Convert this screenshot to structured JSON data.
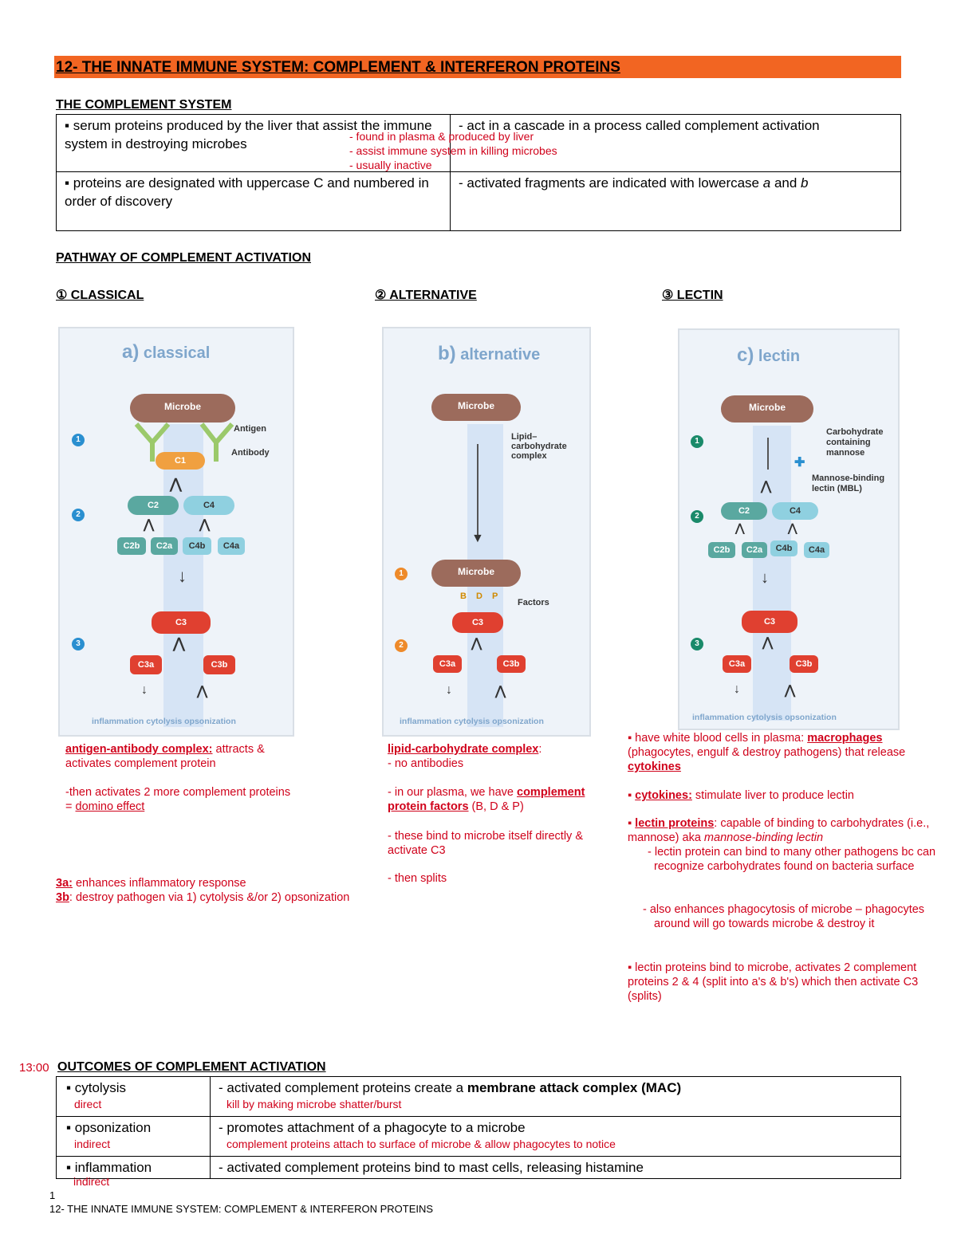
{
  "header": {
    "title": "12- THE INNATE IMMUNE SYSTEM: COMPLEMENT & INTERFERON PROTEINS "
  },
  "complement_system": {
    "heading": "THE COMPLEMENT SYSTEM",
    "r1c1": "▪ serum proteins produced by the liver that assist the immune system in destroying microbes",
    "r1c2": "- act in a cascade in a process called complement activation",
    "notes": [
      "- found in plasma & produced by liver",
      "- assist immune system in killing microbes",
      "- usually inactive"
    ],
    "r2c1": "▪ proteins are designated with uppercase C and numbered in order of discovery",
    "r2c2_prefix": "- activated fragments are indicated with lowercase ",
    "r2c2_a": "a",
    "r2c2_and": " and ",
    "r2c2_b": "b"
  },
  "pathway": {
    "heading": "PATHWAY OF COMPLEMENT ACTIVATION",
    "classical": "① CLASSICAL ",
    "alternative": "② ALTERNATIVE",
    "lectin": "③ LECTIN "
  },
  "figures": {
    "classical": {
      "letter": "a)",
      "title": "classical",
      "microbe": "Microbe",
      "antigen": "Antigen",
      "antibody": "Antibody",
      "steps": [
        "1",
        "2",
        "3"
      ],
      "c1": "C1",
      "c2": "C2",
      "c4": "C4",
      "c2b": "C2b",
      "c2a": "C2a",
      "c4b": "C4b",
      "c4a": "C4a",
      "c3": "C3",
      "c3a": "C3a",
      "c3b": "C3b",
      "footer": "inflammation  cytolysis  opsonization"
    },
    "alternative": {
      "letter": "b)",
      "title": "alternative",
      "microbe": "Microbe",
      "microbe2": "Microbe",
      "lipid": "Lipid–\ncarbohydrate\ncomplex",
      "steps": [
        "1",
        "2"
      ],
      "b": "B",
      "d": "D",
      "p": "P",
      "factors": "Factors",
      "c3": "C3",
      "c3a": "C3a",
      "c3b": "C3b",
      "footer": "inflammation  cytolysis  opsonization"
    },
    "lectin": {
      "letter": "c)",
      "title": "lectin",
      "microbe": "Microbe",
      "carb": "Carbohydrate\ncontaining\nmannose",
      "mbl": "Mannose-binding\nlectin (MBL)",
      "steps": [
        "1",
        "2",
        "3"
      ],
      "c2": "C2",
      "c4": "C4",
      "c2b": "C2b",
      "c2a": "C2a",
      "c4b": "C4b",
      "c4a": "C4a",
      "c3": "C3",
      "c3a": "C3a",
      "c3b": "C3b",
      "footer": "inflammation  cytolysis  opsonization"
    }
  },
  "classical_notes": {
    "l1_bold": "antigen-antibody complex:",
    "l1_rest": " attracts & activates complement protein",
    "l2": "-then activates 2 more complement proteins",
    "l3_pre": "= ",
    "l3_u": "domino effect",
    "a3_bold": "3a:",
    "a3_rest": " enhances inflammatory response",
    "b3_bold": "3b",
    "b3_rest": ": destroy pathogen via 1) cytolysis &/or 2) opsonization"
  },
  "alternative_notes": {
    "h": "lipid-carbohydrate complex",
    "colon": ":",
    "l1": "- no antibodies",
    "l2_pre": "- in our plasma, we have ",
    "l2_bold": "complement protein factors",
    "l2_post": " (B, D & P)",
    "l3": "- these bind to microbe itself directly & activate C3",
    "l4": "- then splits"
  },
  "lectin_notes": {
    "l1_pre": "▪ have white blood cells in plasma: ",
    "l1_bold": "macrophages",
    "l1_mid": " (phagocytes, engulf & destroy pathogens) that release ",
    "l1_bold2": "cytokines",
    "l2_bold": "cytokines:",
    "l2_rest": " stimulate liver to produce lectin",
    "l3_bold": "lectin proteins",
    "l3_rest": ": capable of binding to carbohydrates (i.e., mannose) aka ",
    "l3_it": "mannose-binding lectin",
    "l4": "- lectin protein can bind to many other pathogens bc can recognize carbohydrates found on bacteria surface",
    "l5": "- also enhances phagocytosis of microbe – phagocytes around will go towards microbe & destroy it",
    "l6": "▪ lectin proteins bind to microbe, activates 2 complement proteins 2 & 4 (split into a's & b's) which then activate C3 (splits)"
  },
  "outcomes": {
    "time": "13:00",
    "heading": "OUTCOMES OF COMPLEMENT ACTIVATION",
    "rows": [
      {
        "name": "▪ cytolysis",
        "note": "direct",
        "desc_pre": "- activated complement proteins create a ",
        "desc_bold": "membrane attack complex (MAC)",
        "desc_note": "kill by making microbe shatter/burst"
      },
      {
        "name": "▪ opsonization",
        "note": "indirect",
        "desc_pre": "- promotes attachment of a phagocyte to a microbe",
        "desc_bold": "",
        "desc_note": "complement proteins attach to surface of microbe & allow phagocytes to notice"
      },
      {
        "name": "▪ inflammation",
        "note": "indirect",
        "desc_pre": "- activated complement proteins bind to mast cells, releasing histamine",
        "desc_bold": "",
        "desc_note": ""
      }
    ]
  },
  "footer": {
    "page": "1",
    "title": "12- THE INNATE IMMUNE SYSTEM: COMPLEMENT & INTERFERON PROTEINS"
  }
}
